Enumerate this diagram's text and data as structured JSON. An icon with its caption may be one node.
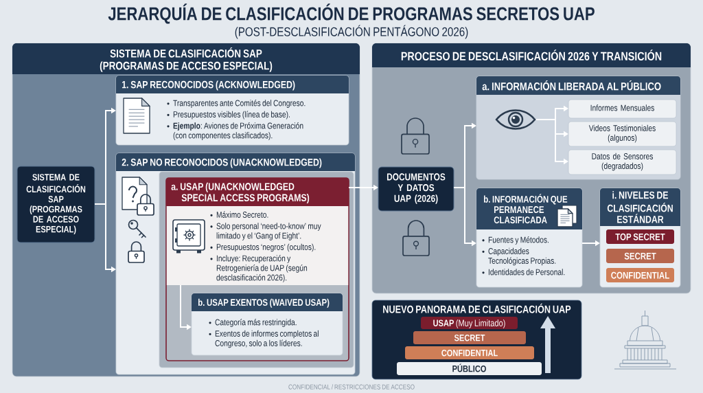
{
  "diagram": {
    "title": "JERARQUÍA DE CLASIFICACIÓN DE PROGRAMAS SECRETOS UAP",
    "nodes": [
      {
        "text": [
          "SISTEMA DE CLASIFICACIÓN SAP (PROGRAMAS DE ACCESO ESPECIAL)"
        ]
      },
      {
        "text": [
          "SISTEMA DE CLASIFICACIÓN SAP (PROGRAMAS DE ACCESO ESPECIAL)"
        ],
        "in": 0
      },
      {
        "text": [
          "1. SAP RECONOCIDOS (ACKNOWLEDGED)",
          "Transparentes ante Comités del Congreso.",
          "Presupuestos visibles (línea de base).",
          "**Ejemplo**: Aviones de Próxima Generación (con componentes clasificados)."
        ],
        "in": 0
      },
      {
        "text": [
          "2. SAP NO RECONOCIDOS (UNACKNOWLEDGED)"
        ],
        "in": 0
      },
      {
        "text": [
          "a. USAP (UNACKNOWLEDGED SPECIAL ACCESS PROGRAMS)",
          "Máximo Secreto.",
          "Solo personal ‘need-to-know’ muy limitado y el ‘Gang of Eight’.",
          "Presupuestos ‘negros’ (ocultos).",
          "Incluye: Recuperación y Retrogeniería de UAP (según desclasificación 2026)."
        ],
        "in": 3
      },
      {
        "text": [
          "b. USAP EXENTOS (WAIVED USAP)",
          "Categoría más restringida.",
          "Exentos de informes completos al Congreso, solo a los líderes."
        ],
        "in": 4
      },
      {
        "text": [
          "PROCESO DE DESCLASIFICACIÓN 2026 Y TRANSICIÓN"
        ]
      },
      {
        "text": [
          "DOCUMENTOS Y DATOS UAP (2026)"
        ],
        "in": 6
      },
      {
        "text": [
          "a. INFORMACIÓN LIBERADA AL PÚBLICO"
        ],
        "in": 6
      },
      {
        "text": [],
        "shape": "picture",
        "in": 8
      },
      {
        "text": [
          "Informes Mensuales"
        ],
        "in": 8
      },
      {
        "text": [
          "Videos Testimoniales (algunos)"
        ],
        "in": 8
      },
      {
        "text": [
          "Datos de Sensores (degradados)"
        ],
        "in": 8
      },
      {
        "text": [
          "b. INFORMACIÓN QUE PERMANECE CLASIFICADA",
          "Fuentes y Métodos.",
          "Capacidades Tecnológicas Propias.",
          "Identidades de Personal."
        ],
        "in": 6
      },
      {
        "text": [
          "i. NIVELES DE CLASIFICACIÓN ESTÁNDAR"
        ],
        "in": 6
      },
      {
        "text": [
          "TOP SECRET"
        ],
        "in": 14
      },
      {
        "text": [
          "SECRET"
        ],
        "in": 14
      },
      {
        "text": [
          "CONFIDENTIAL"
        ],
        "in": 14
      },
      {
        "text": [
          "NUEVO PANORAMA DE CLASIFICACIÓN UAP"
        ]
      },
      {
        "text": [
          "**USAP** (Muy Limitado)"
        ],
        "in": 18
      },
      {
        "text": [
          "SECRET"
        ],
        "in": 18
      },
      {
        "text": [
          "CONFIDENTIAL"
        ],
        "in": 18
      },
      {
        "text": [
          "PÚBLICO"
        ],
        "in": 18
      }
    ],
    "edges": [
      {
        "from": 1,
        "to": 2,
        "arrow": "to"
      },
      {
        "from": 1,
        "to": 3,
        "arrow": "to"
      },
      {
        "from": 4,
        "to": 5,
        "arrow": "to"
      },
      {
        "from": 4,
        "to": 7,
        "arrow": "to"
      },
      {
        "from": 7,
        "to": 8,
        "arrow": "to"
      },
      {
        "from": 7,
        "to": 13,
        "arrow": "to"
      },
      {
        "from": 9,
        "to": 10,
        "arrow": "to"
      },
      {
        "from": 9,
        "to": 11,
        "arrow": "to"
      },
      {
        "from": 9,
        "to": 12,
        "arrow": "to"
      },
      {
        "from": 13,
        "to": 14,
        "arrow": "to"
      }
    ],
    "labels": [
      "(POST-DESCLASIFICACIÓN PENTÁGONO 2026)",
      "CONFIDENCIAL / RESTRICCIONES DE ACCESO"
    ]
  }
}
